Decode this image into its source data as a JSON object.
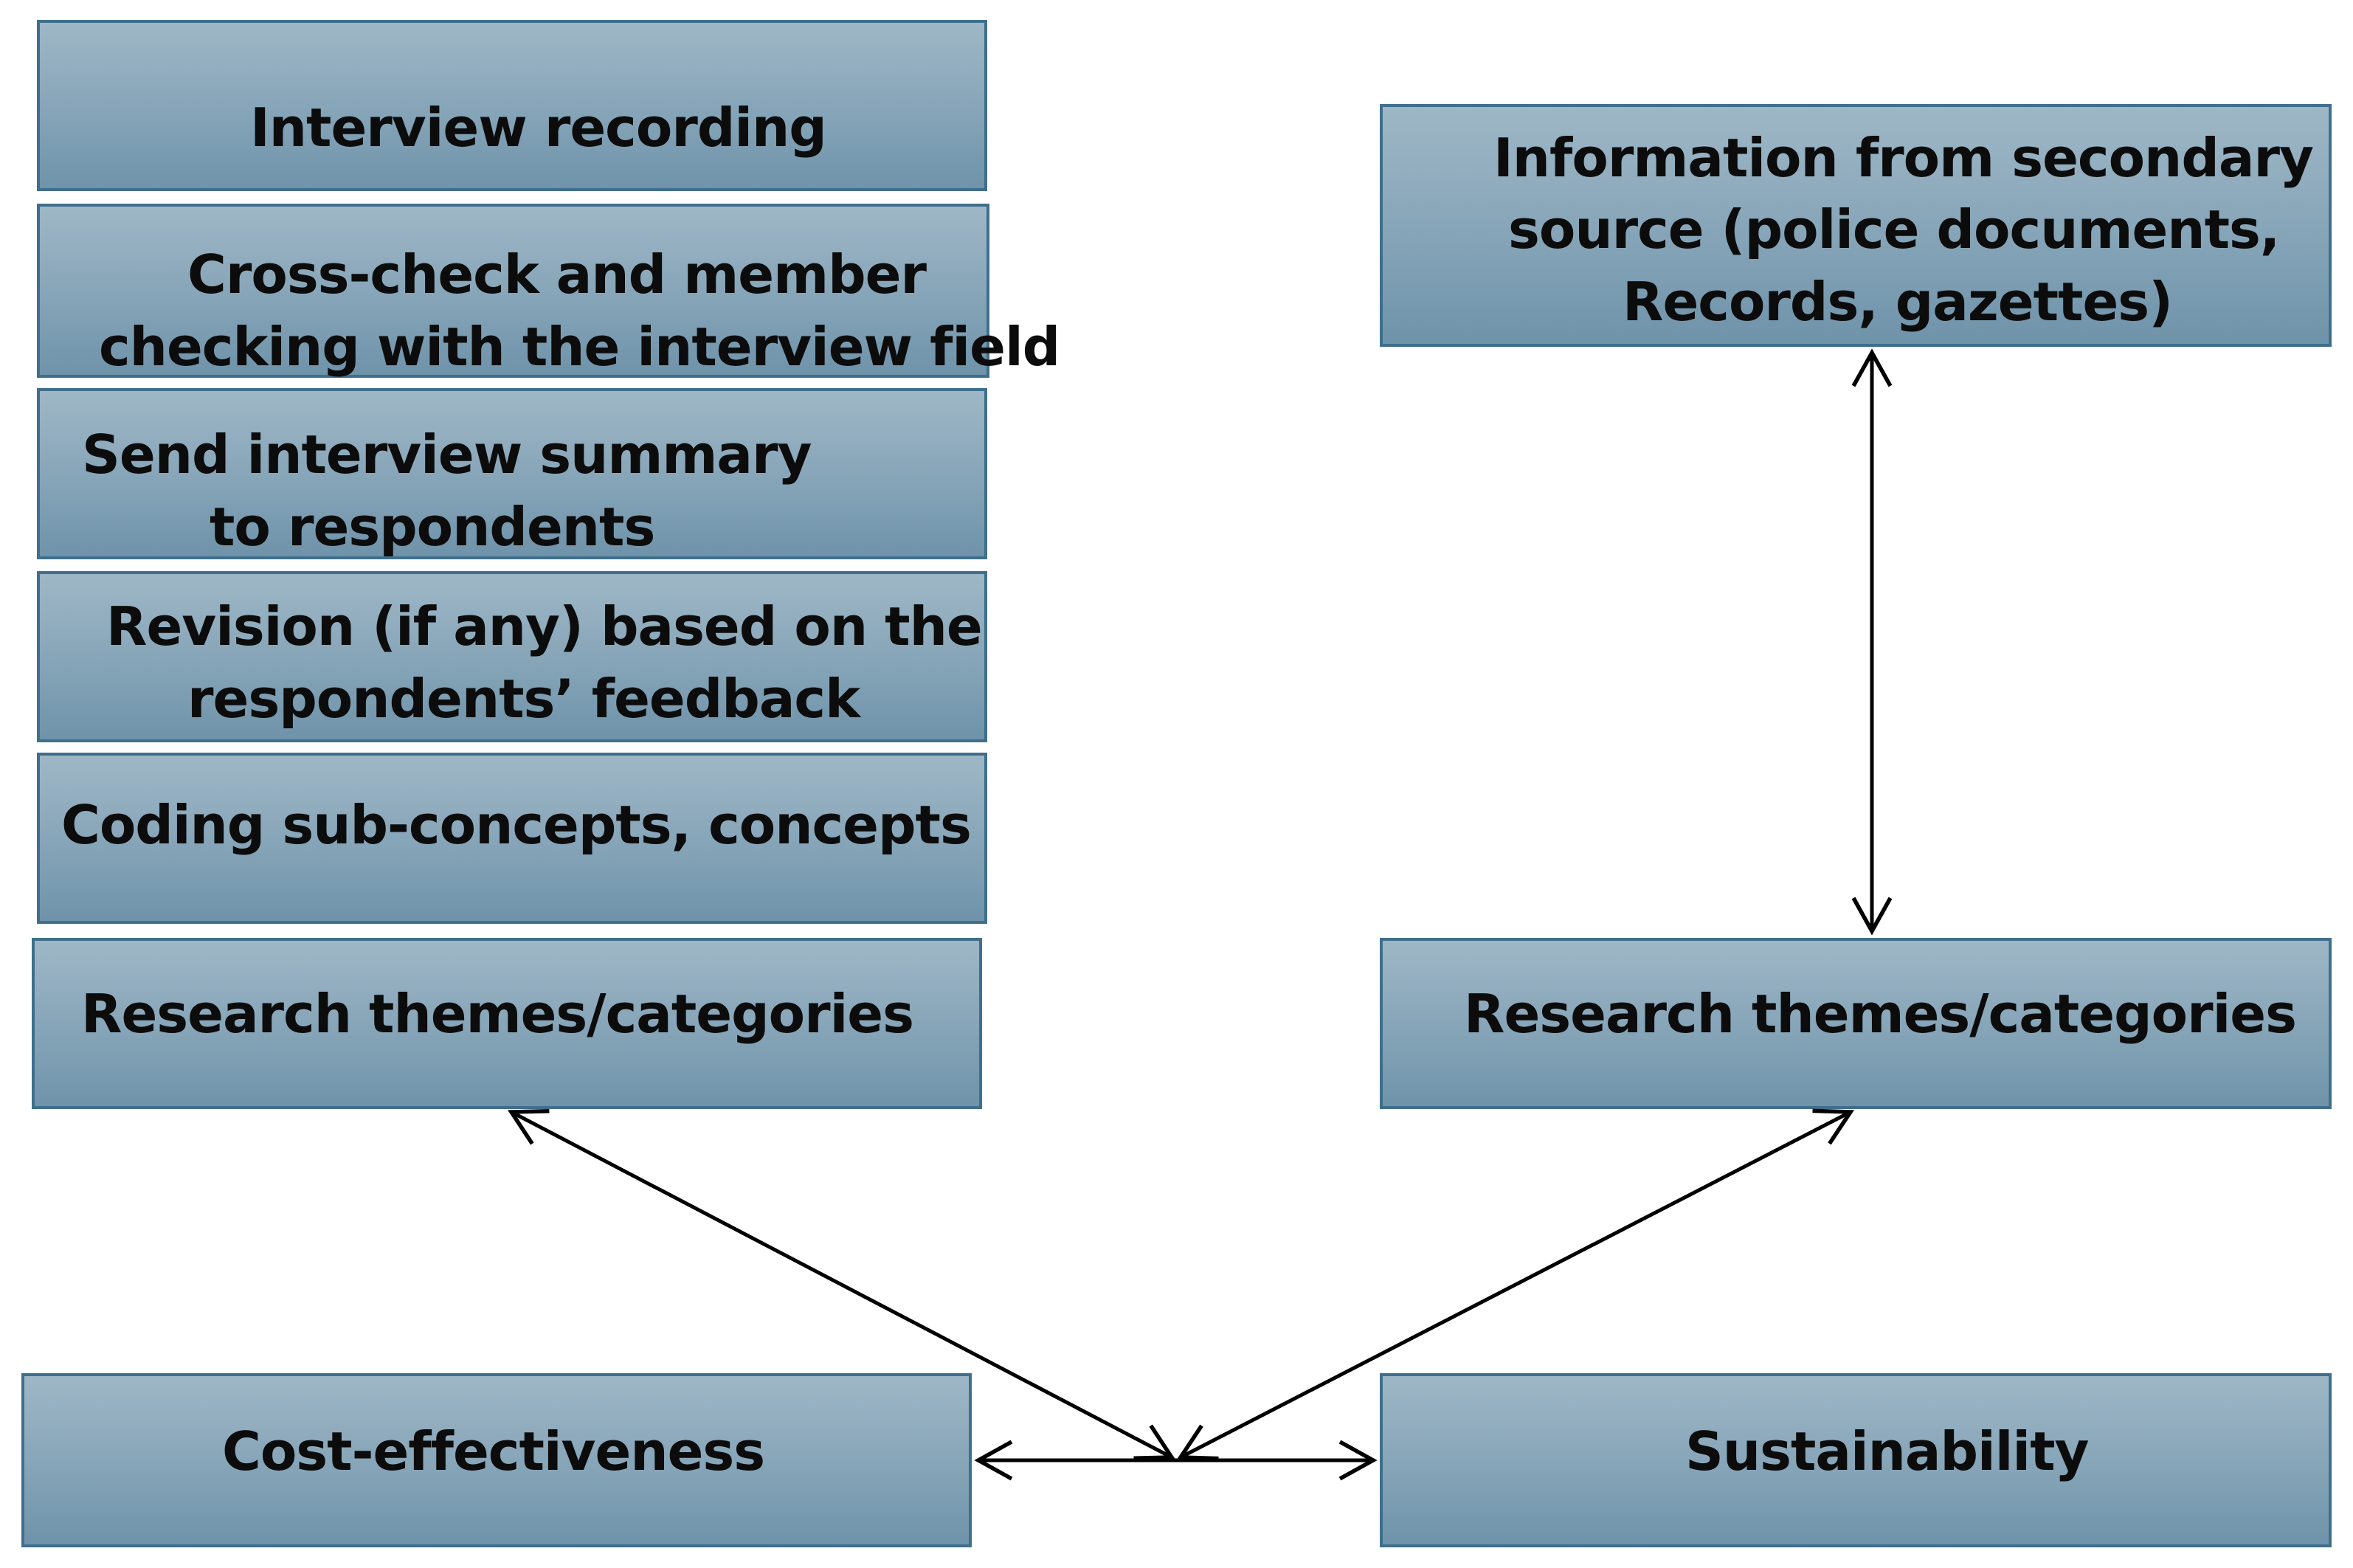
{
  "left_column": {
    "interview_recording": "Interview recording",
    "cross_check_line1": "Cross-check and member",
    "cross_check_line2": "checking with the interview field",
    "send_summary_line1": "Send interview summary",
    "send_summary_line2": "to respondents",
    "revision_line1": "Revision (if any) based on the",
    "revision_line2": "respondents’ feedback",
    "coding": "Coding sub-concepts, concepts",
    "themes": "Research themes/categories"
  },
  "right_column": {
    "secondary_line1": "Information from secondary",
    "secondary_line2": "source (police documents,",
    "secondary_line3": "Records, gazettes)",
    "themes": "Research themes/categories"
  },
  "bottom": {
    "cost_effectiveness": "Cost-effectiveness",
    "sustainability": "Sustainability"
  },
  "colors": {
    "box_border": "#3f6f8c",
    "box_fill_top": "#9eb7c6",
    "box_fill_bottom": "#6f93aa",
    "arrow": "#000000"
  }
}
